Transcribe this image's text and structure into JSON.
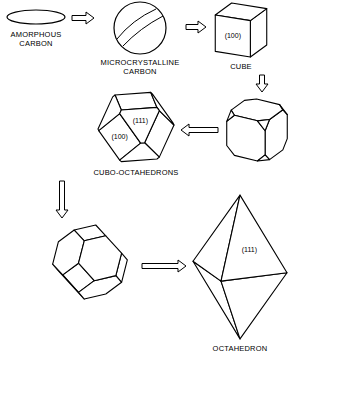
{
  "diagram": {
    "nodes": [
      {
        "text": [
          "AMORPHOUS CARBON"
        ]
      },
      {
        "text": [
          "MICROCRYSTALLINE CARBON"
        ]
      },
      {
        "text": [
          "(100)",
          "CUBE"
        ]
      },
      {
        "text": []
      },
      {
        "text": [
          "(111)",
          "(100)",
          "CUBO-OCTAHEDRONS"
        ]
      },
      {
        "text": []
      },
      {
        "text": [
          "(111)",
          "OCTAHEDRON"
        ]
      }
    ],
    "edges": [
      {
        "from": 0,
        "to": 1,
        "arrow": "to"
      },
      {
        "from": 1,
        "to": 2,
        "arrow": "to"
      },
      {
        "from": 2,
        "to": 3,
        "arrow": "to"
      },
      {
        "from": 3,
        "to": 4,
        "arrow": "to"
      },
      {
        "from": 4,
        "to": 5,
        "arrow": "to"
      },
      {
        "from": 5,
        "to": 6,
        "arrow": "to"
      }
    ]
  }
}
